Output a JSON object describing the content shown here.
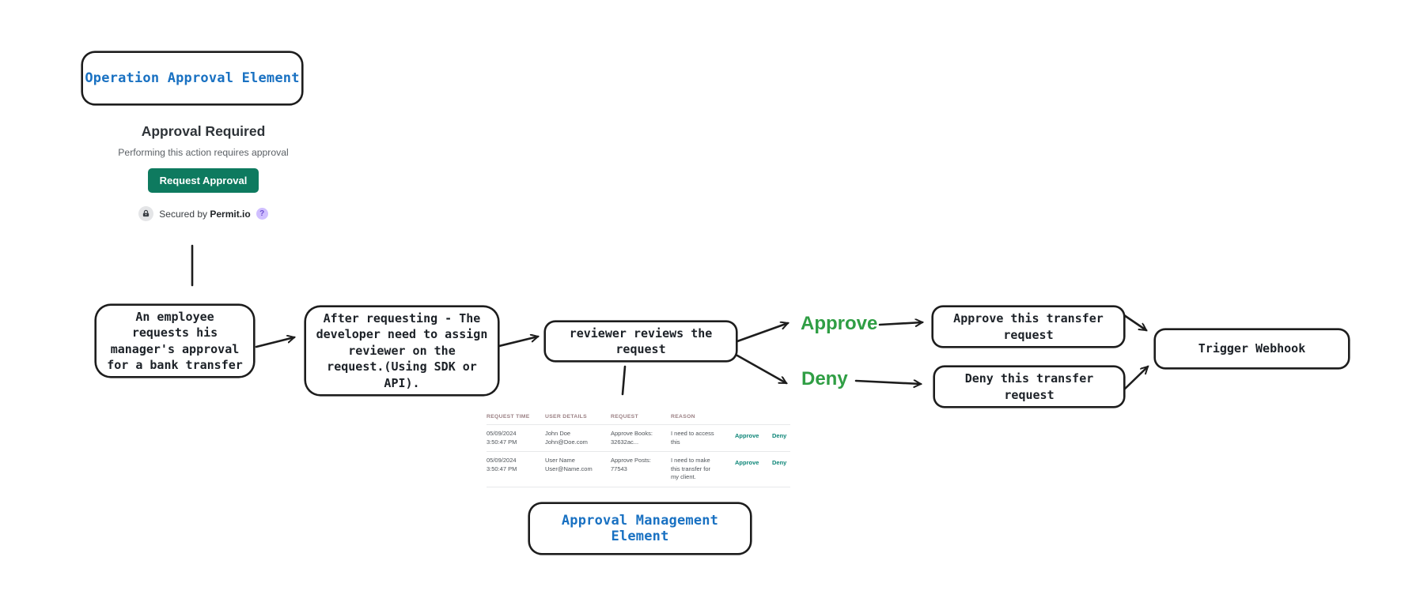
{
  "elements": {
    "operation_label": "Operation Approval Element",
    "management_label": "Approval Management Element"
  },
  "approval_card": {
    "title": "Approval Required",
    "subtitle": "Performing this action requires approval",
    "button_label": "Request Approval",
    "secured_prefix": "Secured by",
    "secured_brand": "Permit.io",
    "help_glyph": "?"
  },
  "flow": {
    "step1": "An employee\nrequests his\nmanager's approval\nfor a bank transfer",
    "step2": "After requesting - The\ndeveloper need to assign\nreviewer on the\nrequest.(Using SDK or\nAPI).",
    "step3": "reviewer reviews the\nrequest",
    "approve_branch": "Approve",
    "deny_branch": "Deny",
    "approve_action": "Approve this transfer\nrequest",
    "deny_action": "Deny this transfer\nrequest",
    "webhook": "Trigger Webhook"
  },
  "table": {
    "headers": [
      "REQUEST TIME",
      "USER DETAILS",
      "REQUEST",
      "REASON"
    ],
    "rows": [
      {
        "time": "05/09/2024\n3:50:47 PM",
        "user": "John Doe\nJohn@Doe.com",
        "request": "Approve Books:\n32632ac...",
        "reason": "I need to access\nthis",
        "approve": "Approve",
        "deny": "Deny"
      },
      {
        "time": "05/09/2024\n3:50:47 PM",
        "user": "User Name\nUser@Name.com",
        "request": "Approve Posts:\n77543",
        "reason": "I need to make\nthis transfer for\nmy client.",
        "approve": "Approve",
        "deny": "Deny"
      }
    ]
  },
  "colors": {
    "accent_blue": "#1971c2",
    "button_green": "#0e7a5f",
    "branch_green": "#2f9e44",
    "link_teal": "#0c8577",
    "stroke": "#1d1d1d"
  }
}
